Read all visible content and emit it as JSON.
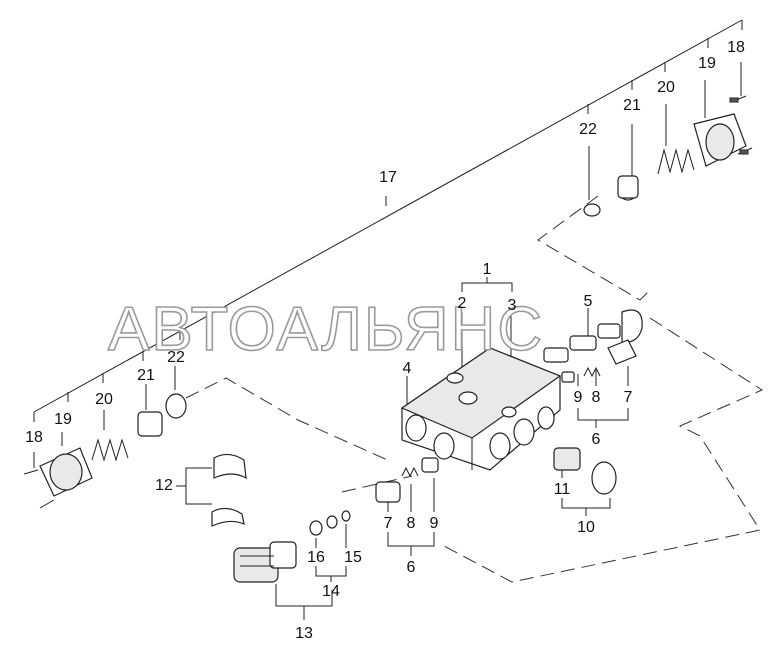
{
  "watermark": "АВТОАЛЬЯНС",
  "labels": [
    "1",
    "2",
    "3",
    "4",
    "5",
    "6",
    "7",
    "8",
    "9",
    "10",
    "11",
    "12",
    "13",
    "14",
    "15",
    "16",
    "17",
    "18",
    "19",
    "20",
    "21",
    "22"
  ]
}
